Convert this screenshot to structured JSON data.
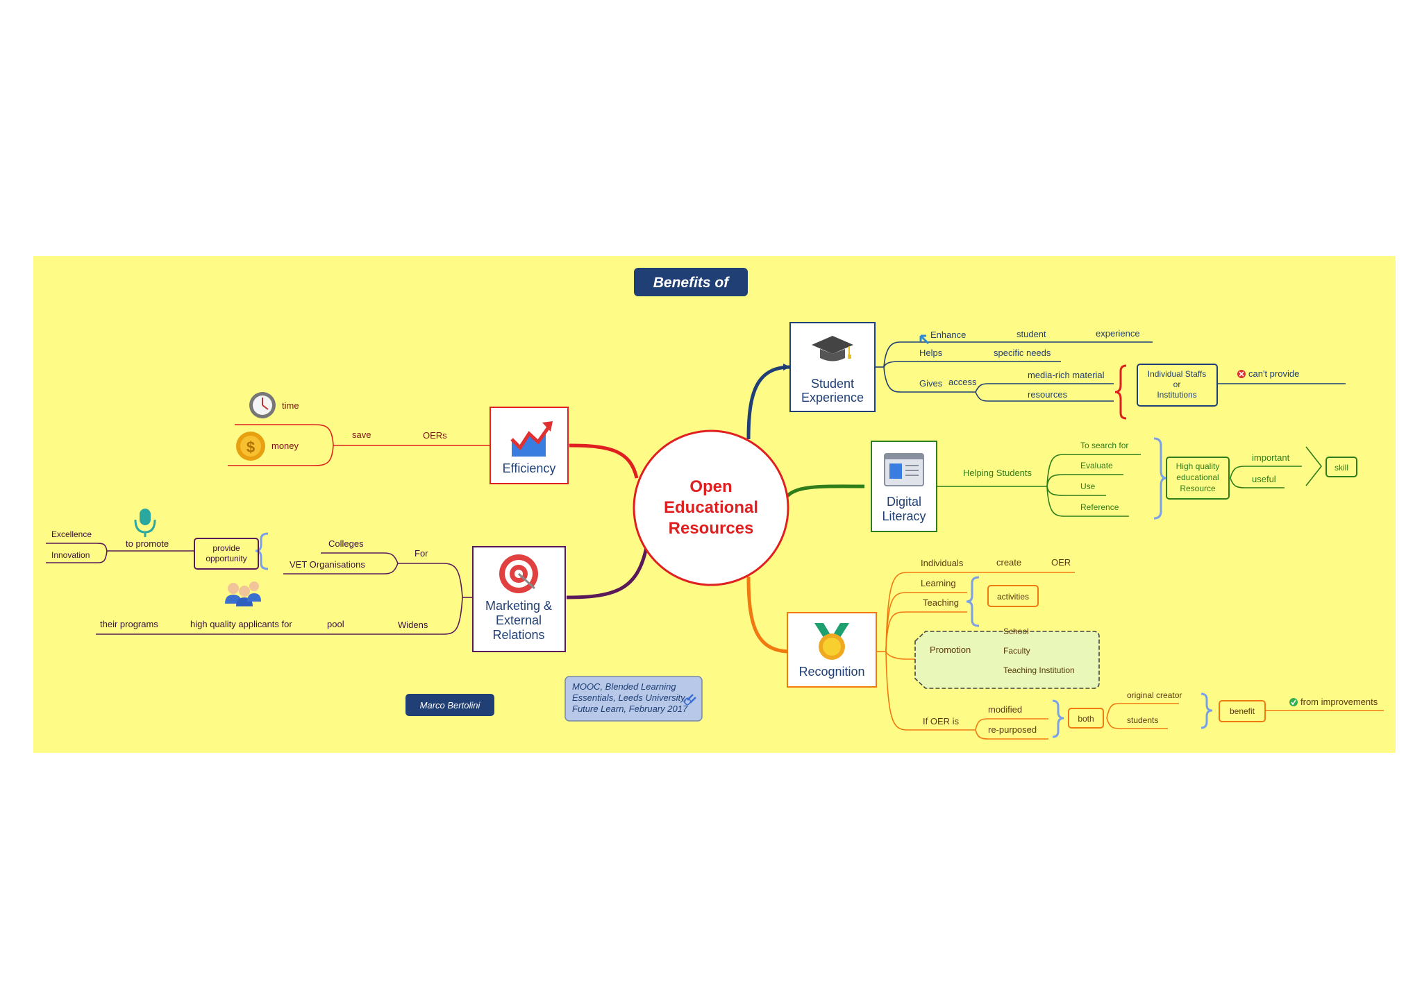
{
  "title": "Benefits of",
  "central": {
    "line1": "Open",
    "line2": "Educational",
    "line3": "Resources"
  },
  "student_experience": {
    "title1": "Student",
    "title2": "Experience",
    "enhance": "Enhance",
    "student": "student",
    "experience": "experience",
    "helps": "Helps",
    "specific_needs": "specific needs",
    "gives": "Gives",
    "access": "access",
    "media_rich": "media-rich material",
    "resources": "resources",
    "staff1": "Individual Staffs",
    "staff2": "or",
    "staff3": "Institutions",
    "cant_provide": "can't provide"
  },
  "digital_literacy": {
    "title1": "Digital",
    "title2": "Literacy",
    "helping": "Helping Students",
    "items": [
      "To search for",
      "Evaluate",
      "Use",
      "Reference"
    ],
    "hq1": "High quality",
    "hq2": "educational",
    "hq3": "Resource",
    "important": "important",
    "useful": "useful",
    "skill": "skill"
  },
  "recognition": {
    "title": "Recognition",
    "individuals": "Individuals",
    "create": "create",
    "oer": "OER",
    "learning": "Learning",
    "teaching": "Teaching",
    "activities": "activities",
    "promotion": "Promotion",
    "levels": [
      "School",
      "Faculty",
      "Teaching Institution"
    ],
    "if_oer": "If OER is",
    "modified": "modified",
    "repurposed": "re-purposed",
    "both": "both",
    "original_creator": "original creator",
    "students": "students",
    "benefit": "benefit",
    "from_improvements": "from improvements"
  },
  "efficiency": {
    "title": "Efficiency",
    "oers": "OERs",
    "save": "save",
    "time": "time",
    "money": "money"
  },
  "marketing": {
    "title1": "Marketing &",
    "title2": "External",
    "title3": "Relations",
    "for": "For",
    "colleges": "Colleges",
    "vet": "VET Organisations",
    "provide1": "provide",
    "provide2": "opportunity",
    "to_promote": "to promote",
    "excellence": "Excellence",
    "innovation": "Innovation",
    "widens": "Widens",
    "pool": "pool",
    "hq_applicants": "high quality applicants for",
    "their_programs": "their programs"
  },
  "author": "Marco Bertolini",
  "citation": {
    "line1": "MOOC, Blended Learning",
    "line2": "Essentials, Leeds University,",
    "line3": "Future Learn, February 2017"
  },
  "colors": {
    "background": "#fffb87",
    "central": "#e02020",
    "student": "#1f3f75",
    "digital": "#2e7d1a",
    "recognition": "#f07a10",
    "efficiency": "#e02020",
    "marketing": "#5a1a5a"
  }
}
